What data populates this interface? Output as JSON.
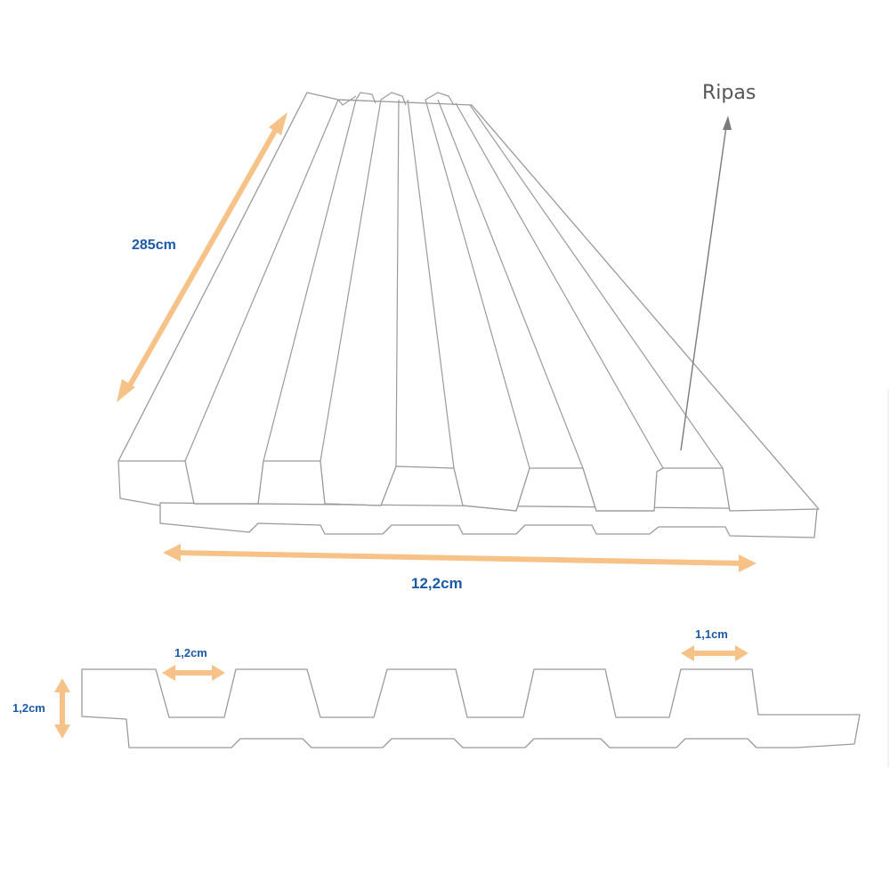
{
  "diagram": {
    "callout": {
      "label": "Ripas"
    },
    "dimensions": {
      "length": "285cm",
      "width": "12,2cm",
      "groove_width": "1,2cm",
      "rib_width": "1,1cm",
      "thickness": "1,2cm"
    },
    "colors": {
      "dimension_arrow": "#f7c287",
      "dimension_text": "#1c5aa8",
      "outline": "#9a9a9a",
      "callout_text": "#555555"
    }
  }
}
